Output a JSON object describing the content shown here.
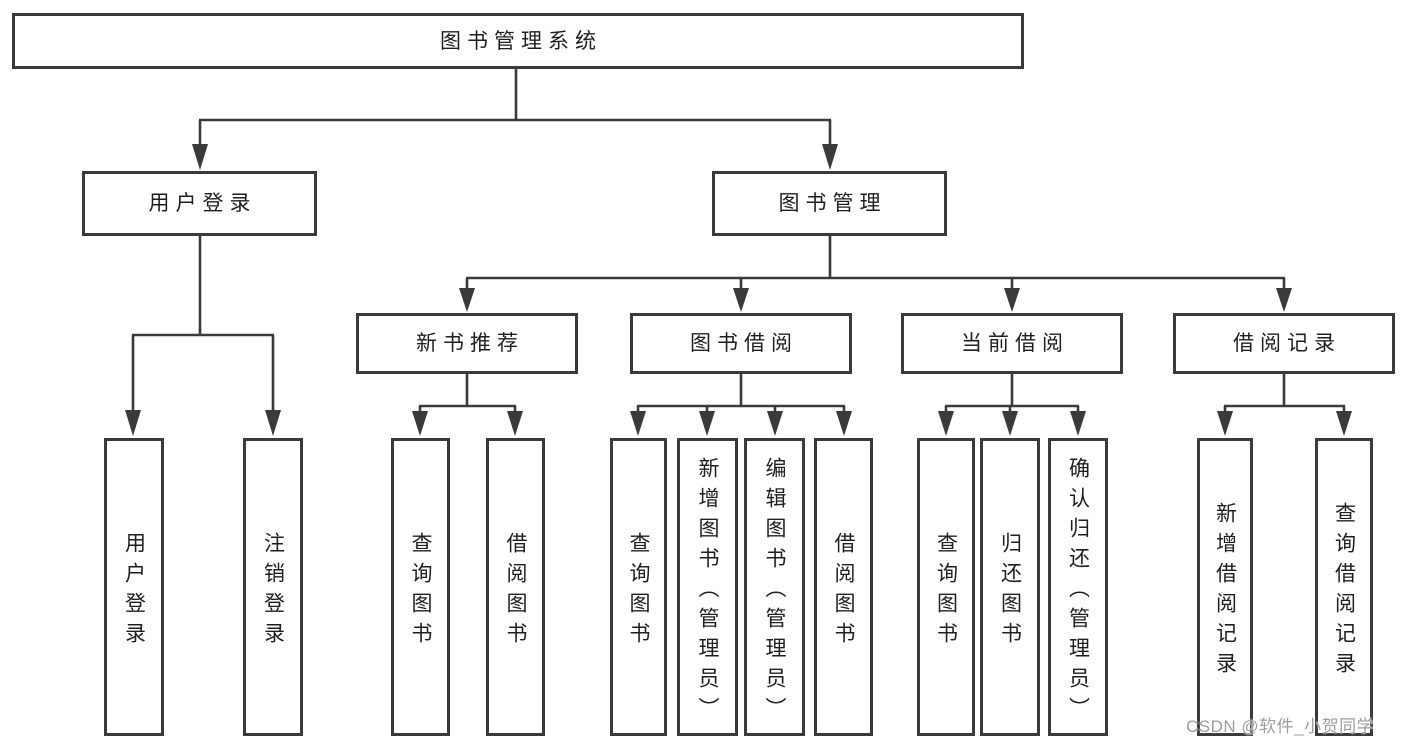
{
  "tree": {
    "label": "图书管理系统",
    "children": [
      {
        "label": "用户登录",
        "children": [
          {
            "label": "用户登录"
          },
          {
            "label": "注销登录"
          }
        ]
      },
      {
        "label": "图书管理",
        "children": [
          {
            "label": "新书推荐",
            "children": [
              {
                "label": "查询图书"
              },
              {
                "label": "借阅图书"
              }
            ]
          },
          {
            "label": "图书借阅",
            "children": [
              {
                "label": "查询图书"
              },
              {
                "label": "新增图书（管理员）"
              },
              {
                "label": "编辑图书（管理员）"
              },
              {
                "label": "借阅图书"
              }
            ]
          },
          {
            "label": "当前借阅",
            "children": [
              {
                "label": "查询图书"
              },
              {
                "label": "归还图书"
              },
              {
                "label": "确认归还（管理员）"
              }
            ]
          },
          {
            "label": "借阅记录",
            "children": [
              {
                "label": "新增借阅记录"
              },
              {
                "label": "查询借阅记录"
              }
            ]
          }
        ]
      }
    ]
  },
  "watermark": "CSDN @软件_小贺同学",
  "colors": {
    "line": "#3a3a3a",
    "text": "#1f1f1f",
    "box_fill": "#ffffff",
    "background": "#ffffff",
    "watermark": "#9e9e9e"
  }
}
